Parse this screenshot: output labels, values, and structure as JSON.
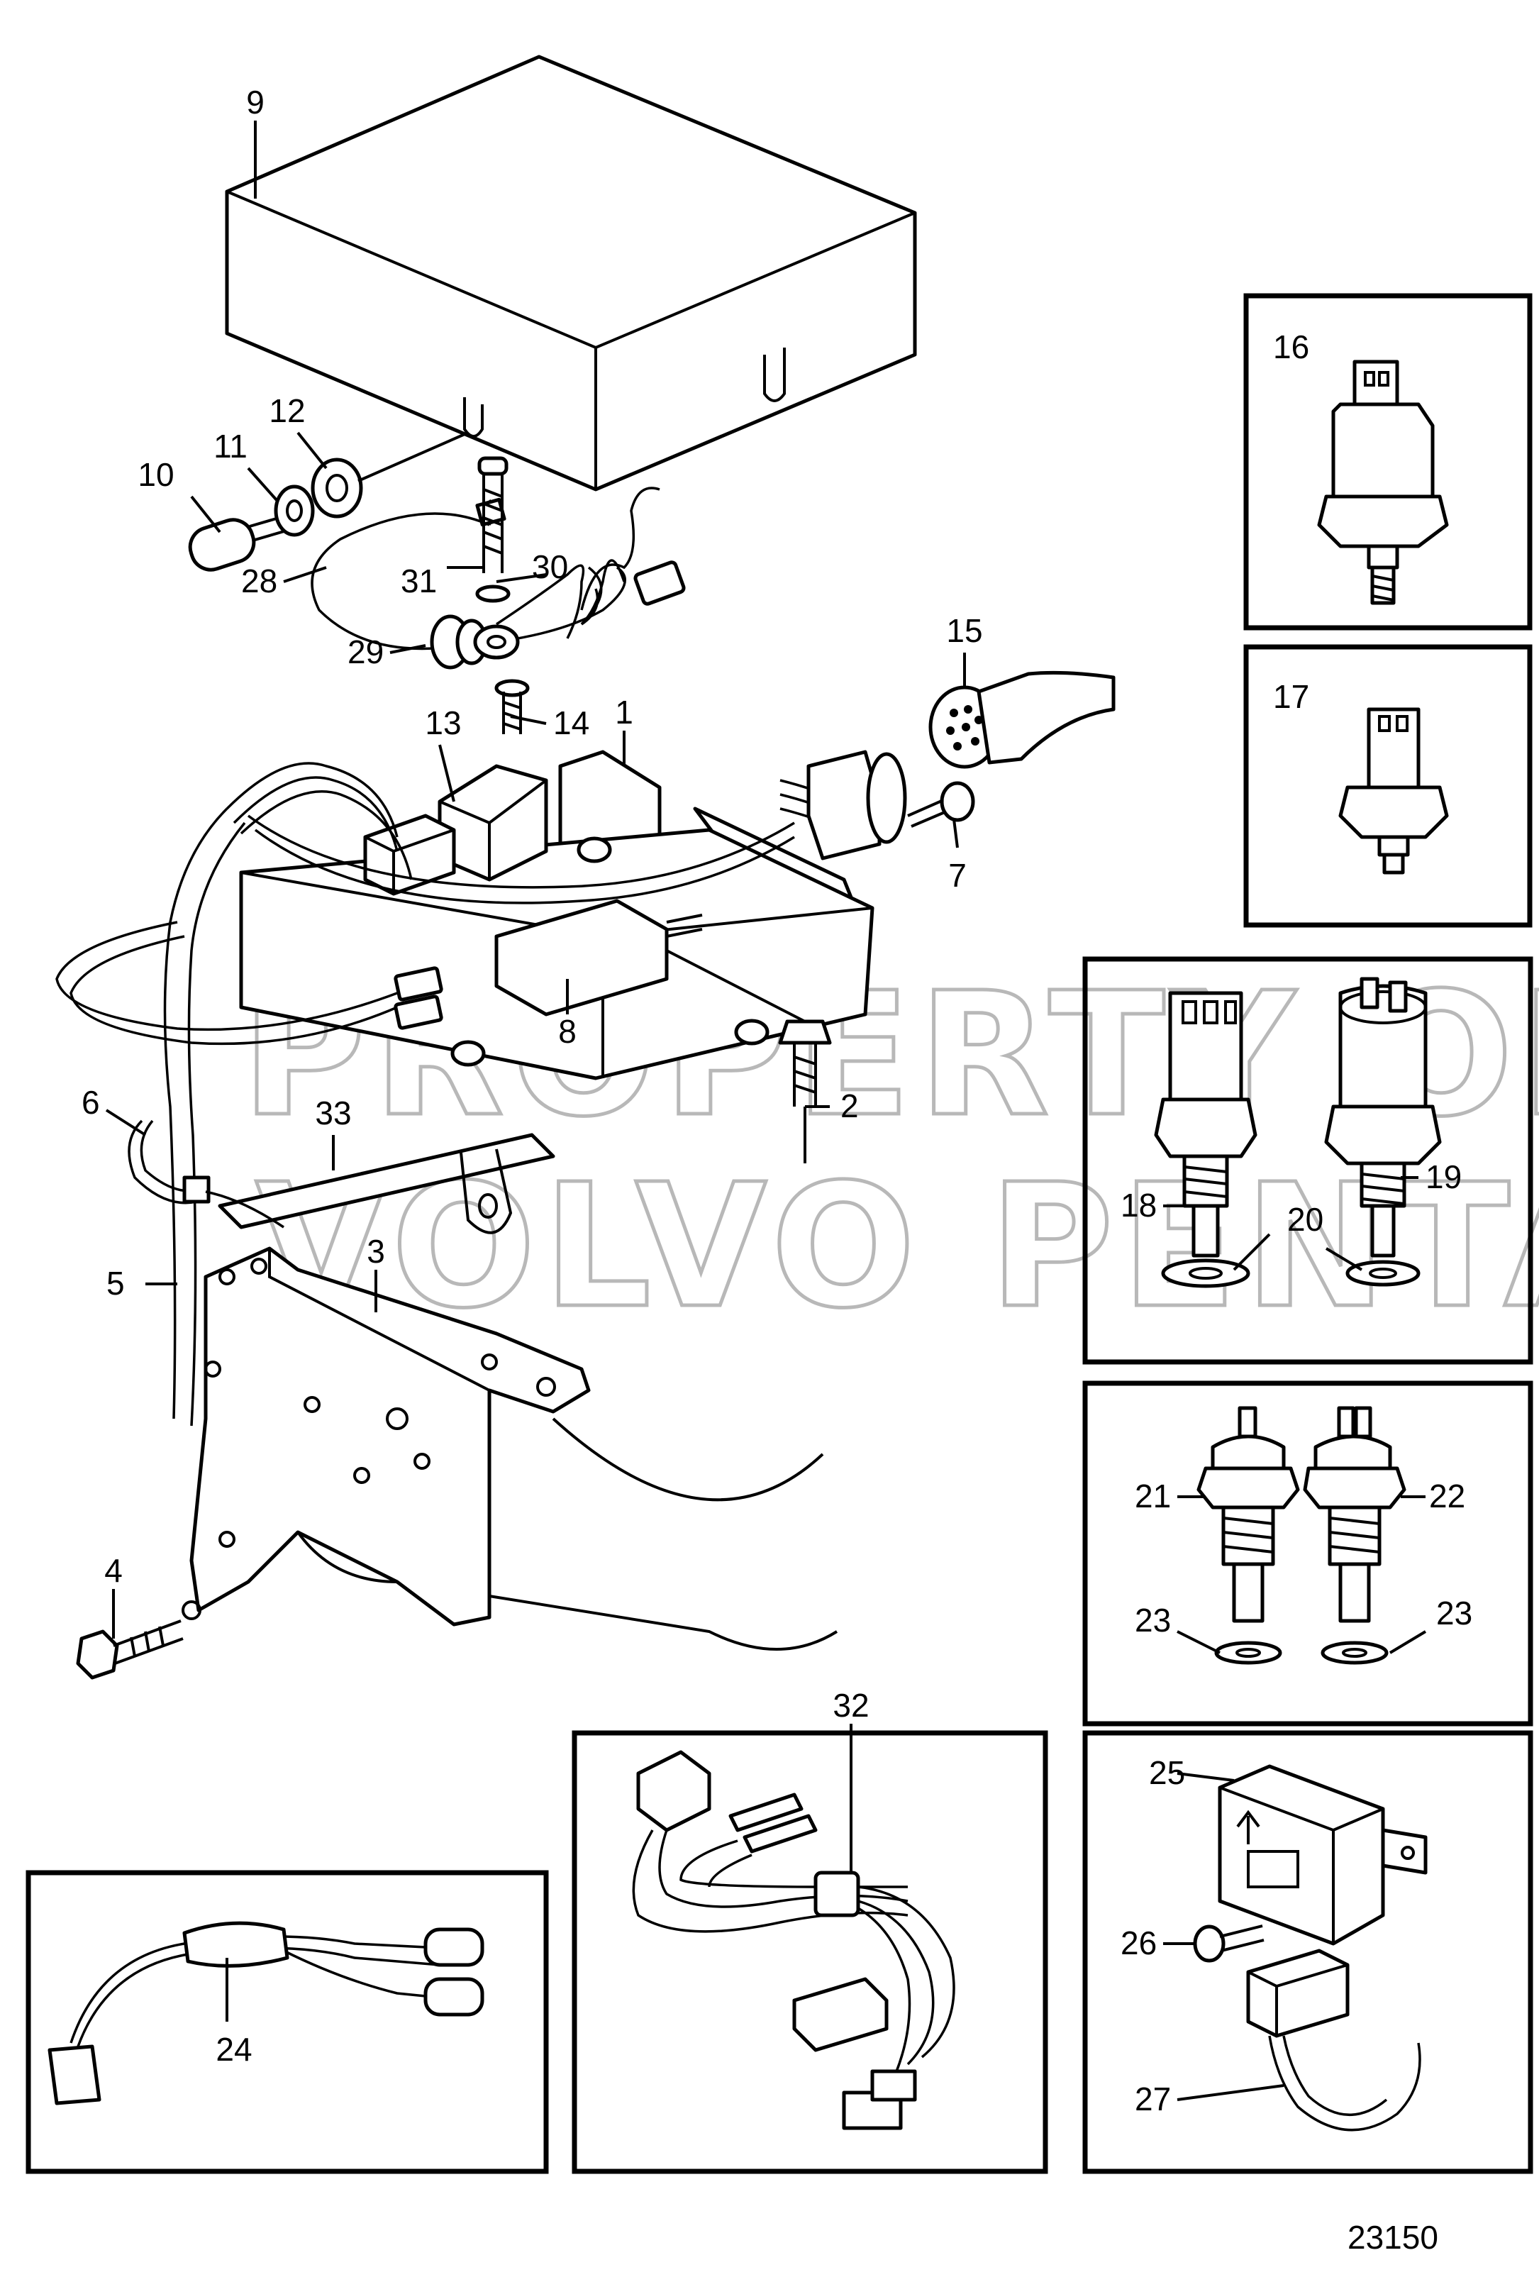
{
  "callouts": {
    "c1": "1",
    "c2": "2",
    "c3": "3",
    "c4": "4",
    "c5": "5",
    "c6": "6",
    "c7": "7",
    "c8": "8",
    "c9": "9",
    "c10": "10",
    "c11": "11",
    "c12": "12",
    "c13": "13",
    "c14": "14",
    "c15": "15",
    "c16": "16",
    "c17": "17",
    "c18": "18",
    "c19": "19",
    "c20": "20",
    "c21": "21",
    "c22": "22",
    "c23a": "23",
    "c23b": "23",
    "c24": "24",
    "c25": "25",
    "c26": "26",
    "c27": "27",
    "c28": "28",
    "c29": "29",
    "c30": "30",
    "c31": "31",
    "c32": "32",
    "c33": "33"
  },
  "watermark": {
    "line1": "PROPERTY OF",
    "line2": "VOLVO PENTA"
  },
  "figure_number": "23150"
}
